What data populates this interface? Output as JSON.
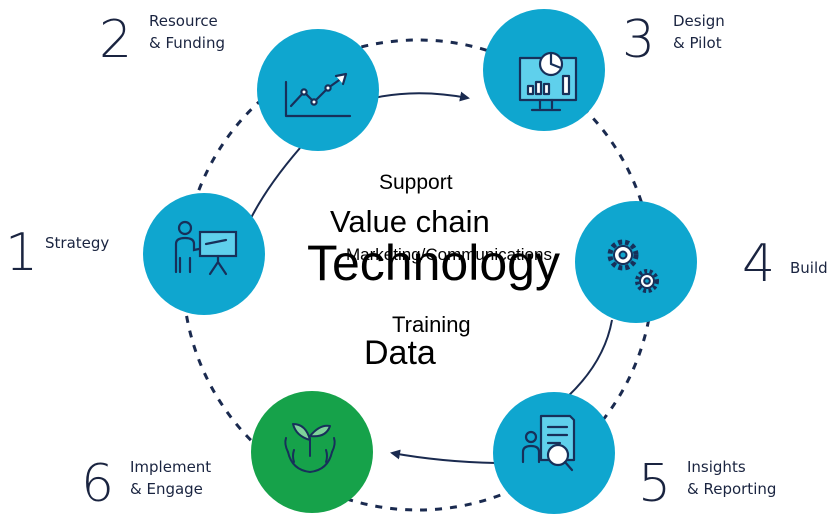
{
  "steps": [
    {
      "number": "1",
      "line1": "Strategy",
      "line2": "",
      "icon": "presenter-icon"
    },
    {
      "number": "2",
      "line1": "Resource",
      "line2": "& Funding",
      "icon": "growth-chart-icon"
    },
    {
      "number": "3",
      "line1": "Design",
      "line2": "& Pilot",
      "icon": "dashboard-monitor-icon"
    },
    {
      "number": "4",
      "line1": "Build",
      "line2": "",
      "icon": "gears-icon"
    },
    {
      "number": "5",
      "line1": "Insights",
      "line2": "& Reporting",
      "icon": "report-magnifier-icon"
    },
    {
      "number": "6",
      "line1": "Implement",
      "line2": "& Engage",
      "icon": "hands-sprout-icon"
    }
  ],
  "center_words": {
    "support": "Support",
    "value_chain": "Value chain",
    "marketing": "Marketing/Communications",
    "technology": "Technology",
    "training": "Training",
    "data": "Data"
  },
  "colors": {
    "circle_blue": "#0fa6cf",
    "circle_green": "#16a24a",
    "ring": "#1a2a4f",
    "icon_stroke": "#17305a",
    "text": "#1a2440"
  }
}
